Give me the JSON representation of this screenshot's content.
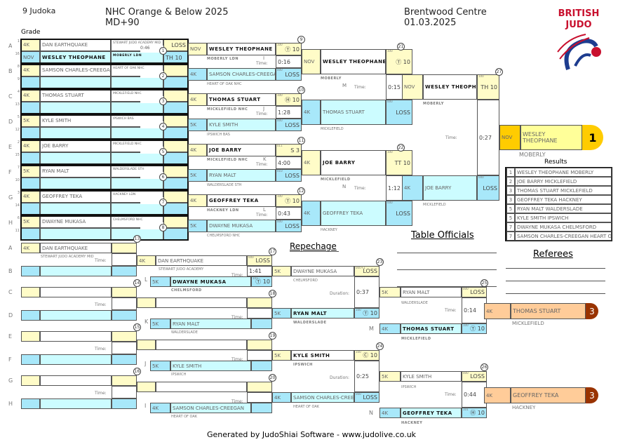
{
  "header": {
    "count": "9 Judoka",
    "title1": "NHC Orange & Below 2025",
    "title2": "MD+90",
    "venue": "Brentwood Centre",
    "date": "01.03.2025",
    "grade_label": "Grade",
    "logo": "BRITISH JUDO",
    "footer": "Generated by JudoShiai Software - www.judolive.co.uk"
  },
  "labels": {
    "time": "Time:",
    "duration": "Duration:",
    "repechage": "Repechage",
    "officials": "Table Officials",
    "referees": "Referees",
    "results": "Results"
  },
  "colors": {
    "yellow": "#fffcc8",
    "cyan": "#ccfcff",
    "blue": "#a8e8fa",
    "gold": "#ffcc00",
    "bronze": "#ffcc99",
    "bronze_badge": "#993300"
  },
  "pool": {
    "pairs": [
      "A",
      "B",
      "C",
      "D",
      "E",
      "F",
      "G",
      "H"
    ],
    "rows": [
      {
        "seed": "1",
        "grade": "4K",
        "name": "DAN EARTHQUAKE",
        "club": "STEWART JUDO ACADEMY MID",
        "score": "LOSS"
      },
      {
        "seed": "16",
        "grade": "NOV",
        "name": "WESLEY THEOPHANE",
        "club": "MOBERLY LDN",
        "score": "TH 10"
      },
      {
        "seed": "8",
        "grade": "4K",
        "name": "SAMSON CHARLES-CREEGAN",
        "club": "HEART OF OAK NHC",
        "score": ""
      },
      {
        "seed": "9",
        "grade": "",
        "name": "",
        "club": "",
        "score": ""
      },
      {
        "seed": "4",
        "grade": "4K",
        "name": "THOMAS STUART",
        "club": "MICKLEFIELD NHC",
        "score": ""
      },
      {
        "seed": "13",
        "grade": "",
        "name": "",
        "club": "",
        "score": ""
      },
      {
        "seed": "5",
        "grade": "5K",
        "name": "KYLE SMITH",
        "club": "IPSWICH BAS",
        "score": ""
      },
      {
        "seed": "12",
        "grade": "",
        "name": "",
        "club": "",
        "score": ""
      },
      {
        "seed": "2",
        "grade": "4K",
        "name": "JOE BARRY",
        "club": "MICKLEFIELD NHC",
        "score": ""
      },
      {
        "seed": "15",
        "grade": "",
        "name": "",
        "club": "",
        "score": ""
      },
      {
        "seed": "7",
        "grade": "5K",
        "name": "RYAN MALT",
        "club": "WALDERSLADE STH",
        "score": ""
      },
      {
        "seed": "10",
        "grade": "",
        "name": "",
        "club": "",
        "score": ""
      },
      {
        "seed": "3",
        "grade": "4K",
        "name": "GEOFFREY TEKA",
        "club": "HACKNEY LDN",
        "score": ""
      },
      {
        "seed": "14",
        "grade": "",
        "name": "",
        "club": "",
        "score": ""
      },
      {
        "seed": "6",
        "grade": "5K",
        "name": "DWAYNE MUKASA",
        "club": "CHELMSFORD NHC",
        "score": ""
      },
      {
        "seed": "11",
        "grade": "",
        "name": "",
        "club": "",
        "score": ""
      }
    ],
    "matches": [
      {
        "num": "1",
        "time": "0:46"
      },
      {
        "num": "2",
        "time": ""
      },
      {
        "num": "3",
        "time": ""
      },
      {
        "num": "4",
        "time": ""
      },
      {
        "num": "5",
        "time": ""
      },
      {
        "num": "6",
        "time": ""
      },
      {
        "num": "7",
        "time": ""
      },
      {
        "num": "8",
        "time": ""
      }
    ]
  },
  "round2": [
    {
      "num": "9",
      "letter": "I",
      "time": "0:16",
      "top": {
        "grade": "NOV",
        "name": "WESLEY THEOPHANE",
        "club": "MOBERLY LDN",
        "score": "Ⓣ 10",
        "pts": "100"
      },
      "bot": {
        "grade": "4K",
        "name": "SAMSON CHARLES-CREEGAN",
        "club": "HEART OF OAK NHC",
        "score": "LOSS",
        "pts": "000"
      }
    },
    {
      "num": "10",
      "letter": "J",
      "time": "1:28",
      "top": {
        "grade": "4K",
        "name": "THOMAS STUART",
        "club": "MICKLEFIELD NHC",
        "score": "Ⓗ 10",
        "pts": "100"
      },
      "bot": {
        "grade": "5K",
        "name": "KYLE SMITH",
        "club": "IPSWICH BAS",
        "score": "LOSS",
        "pts": "000"
      }
    },
    {
      "num": "11",
      "letter": "K",
      "time": "4:00",
      "top": {
        "grade": "4K",
        "name": "JOE BARRY",
        "club": "MICKLEFIELD NHC",
        "score": "S 3",
        "pts": "011"
      },
      "bot": {
        "grade": "5K",
        "name": "RYAN MALT",
        "club": "WALDERSLADE STH",
        "score": "LOSS",
        "pts": "010"
      }
    },
    {
      "num": "12",
      "letter": "L",
      "time": "0:43",
      "top": {
        "grade": "4K",
        "name": "GEOFFREY TEKA",
        "club": "HACKNEY LDN",
        "score": "Ⓣ 10",
        "pts": "100"
      },
      "bot": {
        "grade": "5K",
        "name": "DWAYNE MUKASA",
        "club": "CHELMSFORD NHC",
        "score": "LOSS",
        "pts": "000"
      }
    }
  ],
  "semis": [
    {
      "num": "21",
      "letter": "M",
      "time": "0:15",
      "top": {
        "grade": "NOV",
        "name": "WESLEY THEOPHANE",
        "club": "MOBERLY",
        "score": "Ⓣ 10",
        "pts": "100"
      },
      "bot": {
        "grade": "4K",
        "name": "THOMAS STUART",
        "club": "MICKLEFIELD",
        "score": "LOSS",
        "pts": "000"
      }
    },
    {
      "num": "22",
      "letter": "N",
      "time": "1:12",
      "top": {
        "grade": "4K",
        "name": "JOE BARRY",
        "club": "MICKLEFIELD",
        "score": "TT 10",
        "pts": "100"
      },
      "bot": {
        "grade": "4K",
        "name": "GEOFFREY TEKA",
        "club": "HACKNEY",
        "score": "LOSS",
        "pts": "000"
      }
    }
  ],
  "final": {
    "num": "27",
    "time": "0:27",
    "top": {
      "grade": "NOV",
      "name": "WESLEY THEOPHANE",
      "club": "MOBERLY",
      "score": "TH 10",
      "pts": "100"
    },
    "bot": {
      "grade": "4K",
      "name": "JOE BARRY",
      "club": "MICKLEFIELD",
      "score": "LOSS",
      "pts": "000"
    }
  },
  "winner": {
    "grade": "NOV",
    "name": "WESLEY THEOPHANE",
    "club": "MOBERLY",
    "place": "1"
  },
  "results": [
    {
      "place": "1",
      "text": "WESLEY THEOPHANE MOBERLY"
    },
    {
      "place": "2",
      "text": "JOE BARRY MICKLEFIELD"
    },
    {
      "place": "3",
      "text": "THOMAS STUART MICKLEFIELD"
    },
    {
      "place": "3",
      "text": "GEOFFREY TEKA HACKNEY"
    },
    {
      "place": "5",
      "text": "RYAN MALT WALDERSLADE"
    },
    {
      "place": "5",
      "text": "KYLE SMITH IPSWICH"
    },
    {
      "place": "7",
      "text": "DWAYNE MUKASA CHELMSFORD"
    },
    {
      "place": "7",
      "text": "SAMSON CHARLES-CREEGAN HEART OF OAK"
    }
  ],
  "rep1": [
    {
      "num": "13",
      "a": "A",
      "b": "B",
      "top": {
        "grade": "4K",
        "name": "DAN EARTHQUAKE",
        "club": "STEWART JUDO ACADEMY MID"
      }
    },
    {
      "num": "14",
      "a": "C",
      "b": "D",
      "top": {
        "grade": "",
        "name": "",
        "club": ""
      }
    },
    {
      "num": "15",
      "a": "E",
      "b": "F",
      "top": {
        "grade": "",
        "name": "",
        "club": ""
      }
    },
    {
      "num": "16",
      "a": "G",
      "b": "H",
      "top": {
        "grade": "",
        "name": "",
        "club": ""
      }
    }
  ],
  "rep2": [
    {
      "num": "17",
      "letter": "L",
      "time": "1:41",
      "top": {
        "grade": "4K",
        "name": "DAN EARTHQUAKE",
        "club": "STEWART JUDO ACADEMY",
        "score": "LOSS",
        "pts": "000"
      },
      "bot": {
        "grade": "5K",
        "name": "DWAYNE MUKASA",
        "club": "CHELMSFORD",
        "score": "Ⓣ 10",
        "pts": "101"
      }
    },
    {
      "num": "18",
      "letter": "K",
      "time": "",
      "top": {
        "grade": "",
        "name": "",
        "club": "",
        "score": "",
        "pts": ""
      },
      "bot": {
        "grade": "5K",
        "name": "RYAN MALT",
        "club": "WALDERSLADE",
        "score": "",
        "pts": ""
      }
    },
    {
      "num": "19",
      "letter": "J",
      "time": "",
      "top": {
        "grade": "",
        "name": "",
        "club": "",
        "score": "",
        "pts": ""
      },
      "bot": {
        "grade": "5K",
        "name": "KYLE SMITH",
        "club": "IPSWICH",
        "score": "",
        "pts": ""
      }
    },
    {
      "num": "20",
      "letter": "I",
      "time": "",
      "top": {
        "grade": "",
        "name": "",
        "club": "",
        "score": "",
        "pts": ""
      },
      "bot": {
        "grade": "4K",
        "name": "SAMSON CHARLES-CREEGAN",
        "club": "HEART OF OAK",
        "score": "",
        "pts": ""
      }
    }
  ],
  "rep3": [
    {
      "num": "23",
      "time": "0:37",
      "top": {
        "grade": "5K",
        "name": "DWAYNE MUKASA",
        "club": "CHELMSFORD",
        "score": "LOSS",
        "pts": "000+1"
      },
      "bot": {
        "grade": "5K",
        "name": "RYAN MALT",
        "club": "WALDERSLADE",
        "score": "Ⓣ 10",
        "pts": "100"
      }
    },
    {
      "num": "24",
      "time": "0:25",
      "top": {
        "grade": "5K",
        "name": "KYLE SMITH",
        "club": "IPSWICH",
        "score": "Ⓒ 10",
        "pts": "100"
      },
      "bot": {
        "grade": "4K",
        "name": "SAMSON CHARLES-CREEGAN",
        "club": "HEART OF OAK",
        "score": "LOSS",
        "pts": "000"
      }
    }
  ],
  "rep4": [
    {
      "num": "25",
      "letter": "M",
      "time": "0:14",
      "top": {
        "grade": "5K",
        "name": "RYAN MALT",
        "club": "WALDERSLADE",
        "score": "LOSS",
        "pts": "000"
      },
      "bot": {
        "grade": "4K",
        "name": "THOMAS STUART",
        "club": "MICKLEFIELD",
        "score": "Ⓣ 10",
        "pts": "100"
      }
    },
    {
      "num": "26",
      "letter": "N",
      "time": "0:44",
      "top": {
        "grade": "5K",
        "name": "KYLE SMITH",
        "club": "IPSWICH",
        "score": "LOSS",
        "pts": "000"
      },
      "bot": {
        "grade": "4K",
        "name": "GEOFFREY TEKA",
        "club": "HACKNEY",
        "score": "Ⓗ 10",
        "pts": "101"
      }
    }
  ],
  "bronze": [
    {
      "grade": "4K",
      "name": "THOMAS STUART",
      "club": "MICKLEFIELD",
      "place": "3"
    },
    {
      "grade": "4K",
      "name": "GEOFFREY TEKA",
      "club": "HACKNEY",
      "place": "3"
    }
  ]
}
